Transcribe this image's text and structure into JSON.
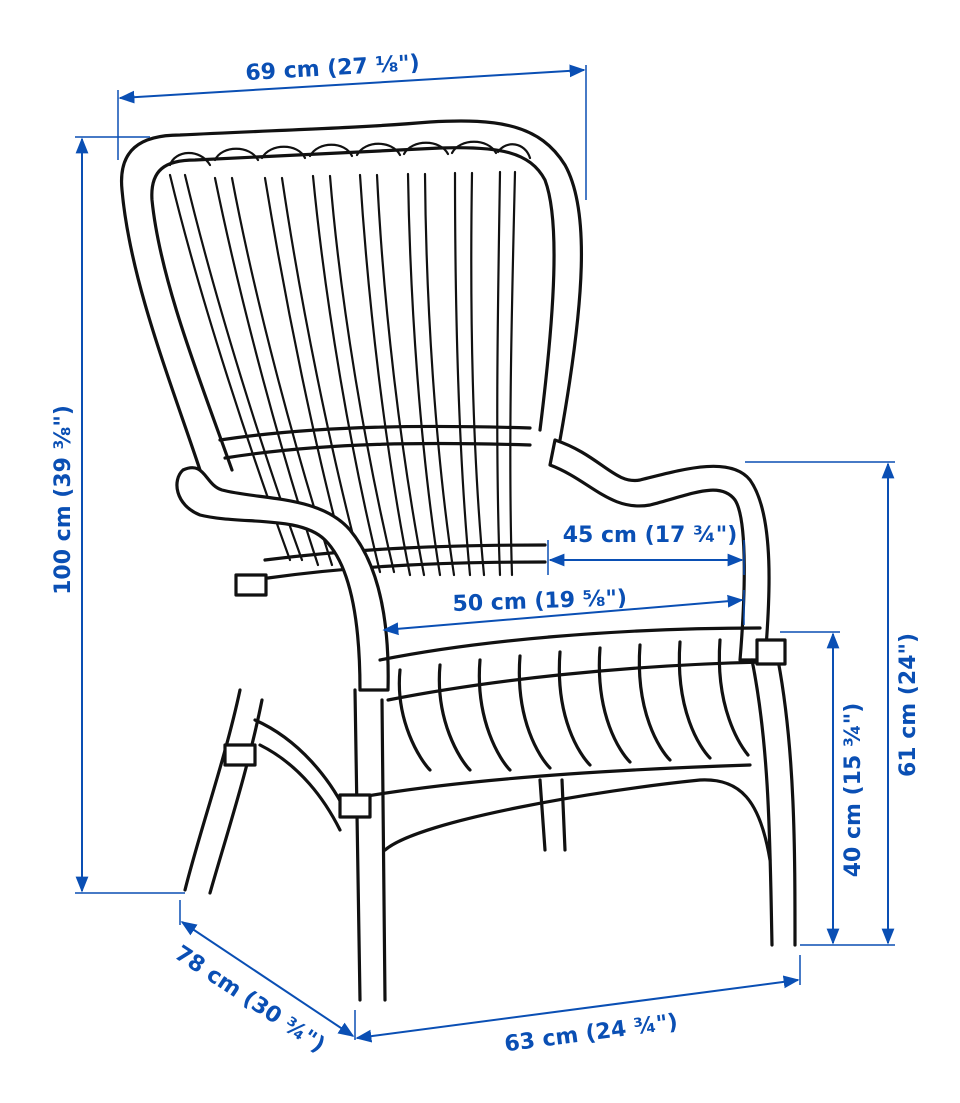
{
  "colors": {
    "dimension": "#0a4fb4",
    "outline": "#111111",
    "background": "#ffffff"
  },
  "dimensions": {
    "width_top": "69 cm (27 ⅛\")",
    "height_total": "100 cm (39 ⅜\")",
    "seat_width": "45 cm (17 ¾\")",
    "seat_depth": "50 cm (19 ⅝\")",
    "arm_height": "61 cm (24\")",
    "seat_height": "40 cm (15 ¾\")",
    "depth": "78 cm (30 ¾\")",
    "width_base": "63 cm (24 ¾\")"
  }
}
